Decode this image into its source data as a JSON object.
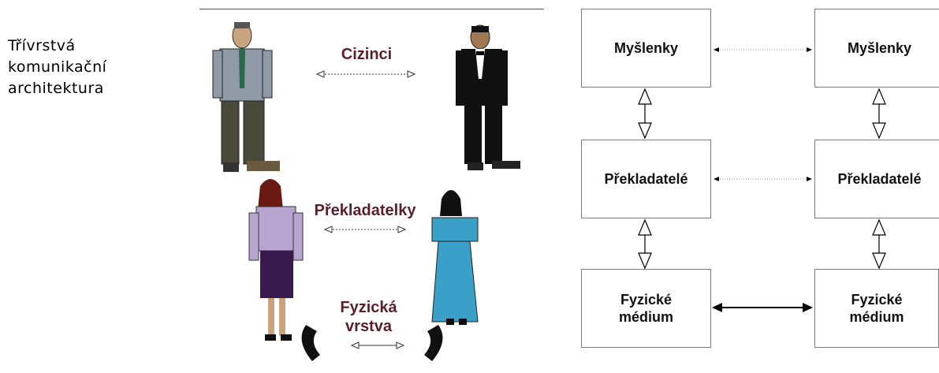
{
  "title_lines": [
    "Třívrstvá",
    "komunikační",
    "architektura"
  ],
  "people_labels": {
    "cizinci": "Cizinci",
    "prekladatelky": "Překladatelky",
    "fyzicka_1": "Fyzická",
    "fyzicka_2": "vrstva"
  },
  "layers": [
    {
      "left": "Myšlenky",
      "right": "Myšlenky"
    },
    {
      "left": "Překladatelé",
      "right": "Překladatelé"
    },
    {
      "left_1": "Fyzické",
      "left_2": "médium",
      "right_1": "Fyzické",
      "right_2": "médium"
    }
  ],
  "colors": {
    "label": "#5a1f2a",
    "box_border": "#7a7a7a"
  }
}
